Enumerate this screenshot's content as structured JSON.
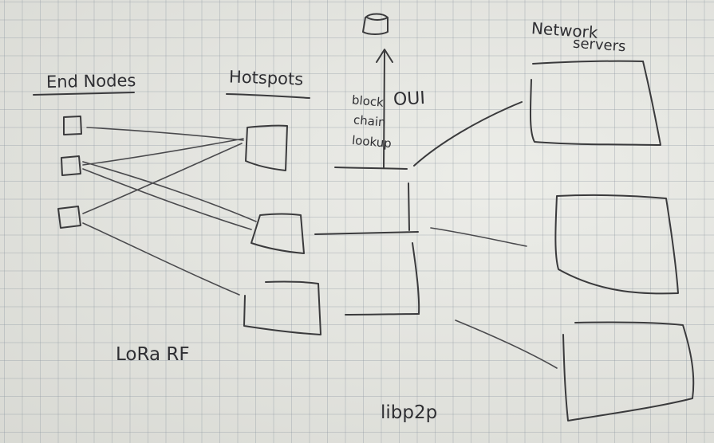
{
  "labels": {
    "end_nodes": "End Nodes",
    "hotspots": "Hotspots",
    "network_servers_line1": "Network",
    "network_servers_line2": "servers",
    "oui": "OUI",
    "blockchain_lookup_line1": "block",
    "blockchain_lookup_line2": "chain",
    "blockchain_lookup_line3": "lookup",
    "lora_rf": "LoRa RF",
    "libp2p": "libp2p"
  },
  "colors": {
    "ink": "#3a3a3c",
    "paper": "#e6e7e1",
    "grid": "#8c96a0"
  }
}
